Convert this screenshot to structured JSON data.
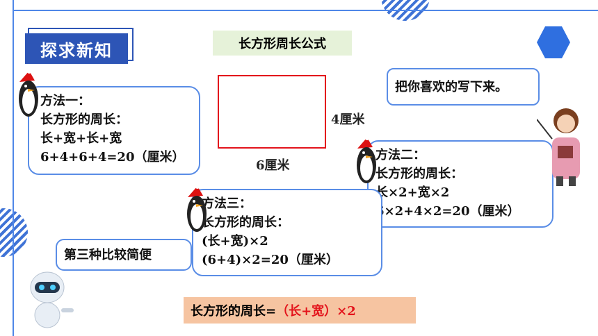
{
  "title": "探求新知",
  "formula_title": "长方形周长公式",
  "rectangle": {
    "width_label": "6厘米",
    "height_label": "4厘米"
  },
  "method1": {
    "title": "方法一：",
    "line1": "长方形的周长：",
    "line2": "长+宽+长+宽",
    "line3": " 6+4+6+4=20（厘米）"
  },
  "method2": {
    "title": "方法二：",
    "line1": "长方形的周长：",
    "line2": "长×2+宽×2",
    "line3": "6×2+4×2=20（厘米）"
  },
  "method3": {
    "title": "方法三：",
    "line1": "长方形的周长：",
    "line2": "(长+宽)×2",
    "line3": "(6+4)×2=20（厘米）"
  },
  "teacher_speech": "把你喜欢的写下来。",
  "robot_speech": "第三种比较简便",
  "conclusion": {
    "prefix": "长方形的周长=",
    "formula": "（长+宽）×2"
  },
  "colors": {
    "accent": "#2d55b6",
    "border": "#5a8de6",
    "rect": "#e3131b",
    "formula_bg": "#e6f2d9",
    "conclusion_bg": "#f6c4a1"
  }
}
